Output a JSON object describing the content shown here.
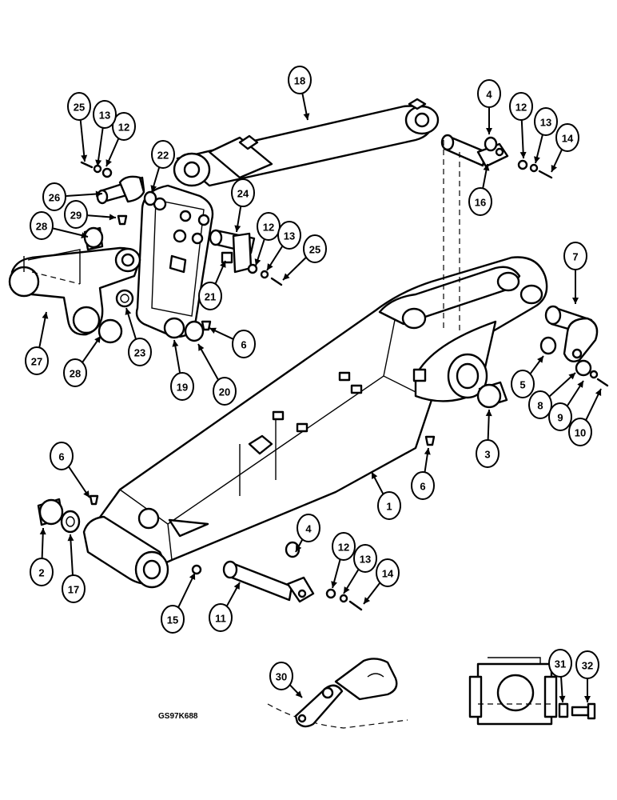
{
  "figure": {
    "reference_code": "GS97K688",
    "callouts": [
      {
        "id": "c1",
        "label": "1"
      },
      {
        "id": "c2",
        "label": "2"
      },
      {
        "id": "c3",
        "label": "3"
      },
      {
        "id": "c4a",
        "label": "4"
      },
      {
        "id": "c4b",
        "label": "4"
      },
      {
        "id": "c5",
        "label": "5"
      },
      {
        "id": "c6a",
        "label": "6"
      },
      {
        "id": "c6b",
        "label": "6"
      },
      {
        "id": "c6c",
        "label": "6"
      },
      {
        "id": "c7",
        "label": "7"
      },
      {
        "id": "c8",
        "label": "8"
      },
      {
        "id": "c9",
        "label": "9"
      },
      {
        "id": "c10",
        "label": "10"
      },
      {
        "id": "c11",
        "label": "11"
      },
      {
        "id": "c12a",
        "label": "12"
      },
      {
        "id": "c12b",
        "label": "12"
      },
      {
        "id": "c12c",
        "label": "12"
      },
      {
        "id": "c12d",
        "label": "12"
      },
      {
        "id": "c13a",
        "label": "13"
      },
      {
        "id": "c13b",
        "label": "13"
      },
      {
        "id": "c13c",
        "label": "13"
      },
      {
        "id": "c13d",
        "label": "13"
      },
      {
        "id": "c14a",
        "label": "14"
      },
      {
        "id": "c14b",
        "label": "14"
      },
      {
        "id": "c15",
        "label": "15"
      },
      {
        "id": "c16",
        "label": "16"
      },
      {
        "id": "c17",
        "label": "17"
      },
      {
        "id": "c18",
        "label": "18"
      },
      {
        "id": "c19",
        "label": "19"
      },
      {
        "id": "c20",
        "label": "20"
      },
      {
        "id": "c21",
        "label": "21"
      },
      {
        "id": "c22",
        "label": "22"
      },
      {
        "id": "c23",
        "label": "23"
      },
      {
        "id": "c24",
        "label": "24"
      },
      {
        "id": "c25a",
        "label": "25"
      },
      {
        "id": "c25b",
        "label": "25"
      },
      {
        "id": "c26",
        "label": "26"
      },
      {
        "id": "c27",
        "label": "27"
      },
      {
        "id": "c28a",
        "label": "28"
      },
      {
        "id": "c28b",
        "label": "28"
      },
      {
        "id": "c29",
        "label": "29"
      },
      {
        "id": "c30",
        "label": "30"
      },
      {
        "id": "c31",
        "label": "31"
      },
      {
        "id": "c32",
        "label": "32"
      }
    ]
  }
}
